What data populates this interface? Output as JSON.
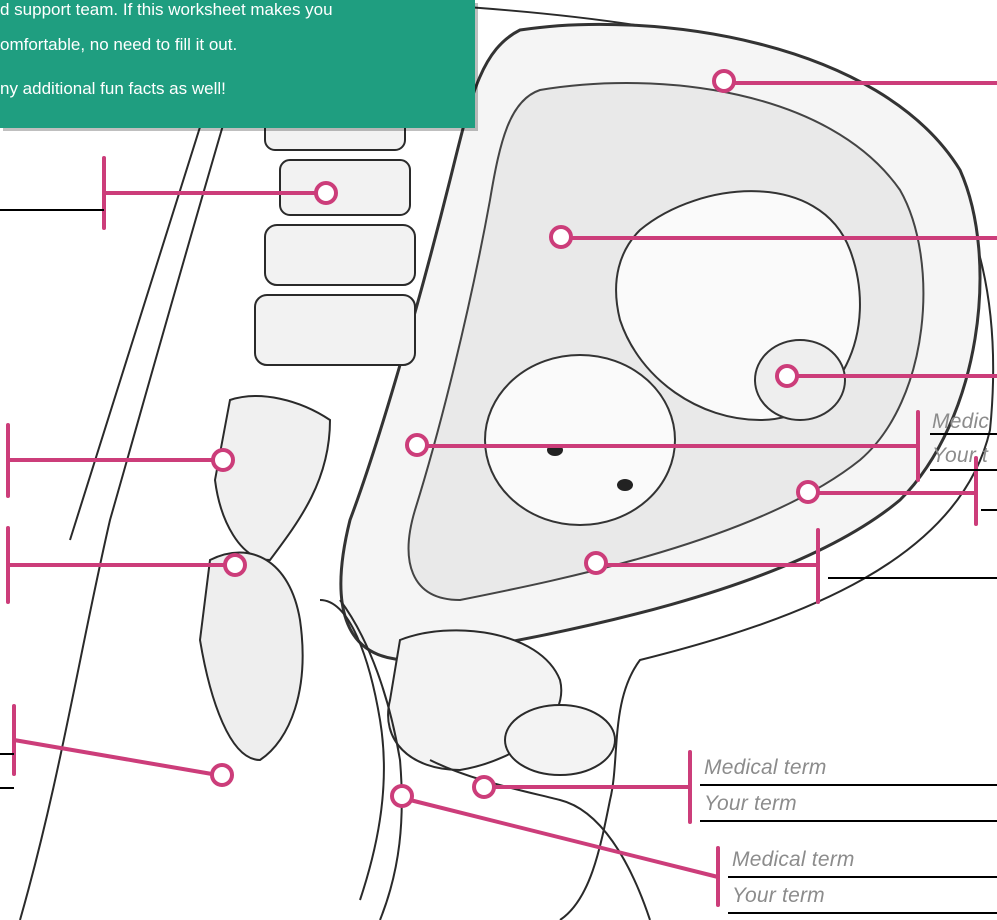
{
  "callout": {
    "line1": "d support team.  If this worksheet makes you",
    "line2": "omfortable, no need to fill it out.",
    "line3": "ny additional fun facts as well!"
  },
  "labels": {
    "right_mid_medical": "Medic",
    "right_mid_your": "Your t",
    "bottom_right_medical": "Medical term",
    "bottom_right_your": "Your term",
    "bottom_medical": "Medical term",
    "bottom_your": "Your term"
  },
  "colors": {
    "accent": "#cc3d7a",
    "callout_bg": "#1f9e80",
    "line": "#000000"
  }
}
